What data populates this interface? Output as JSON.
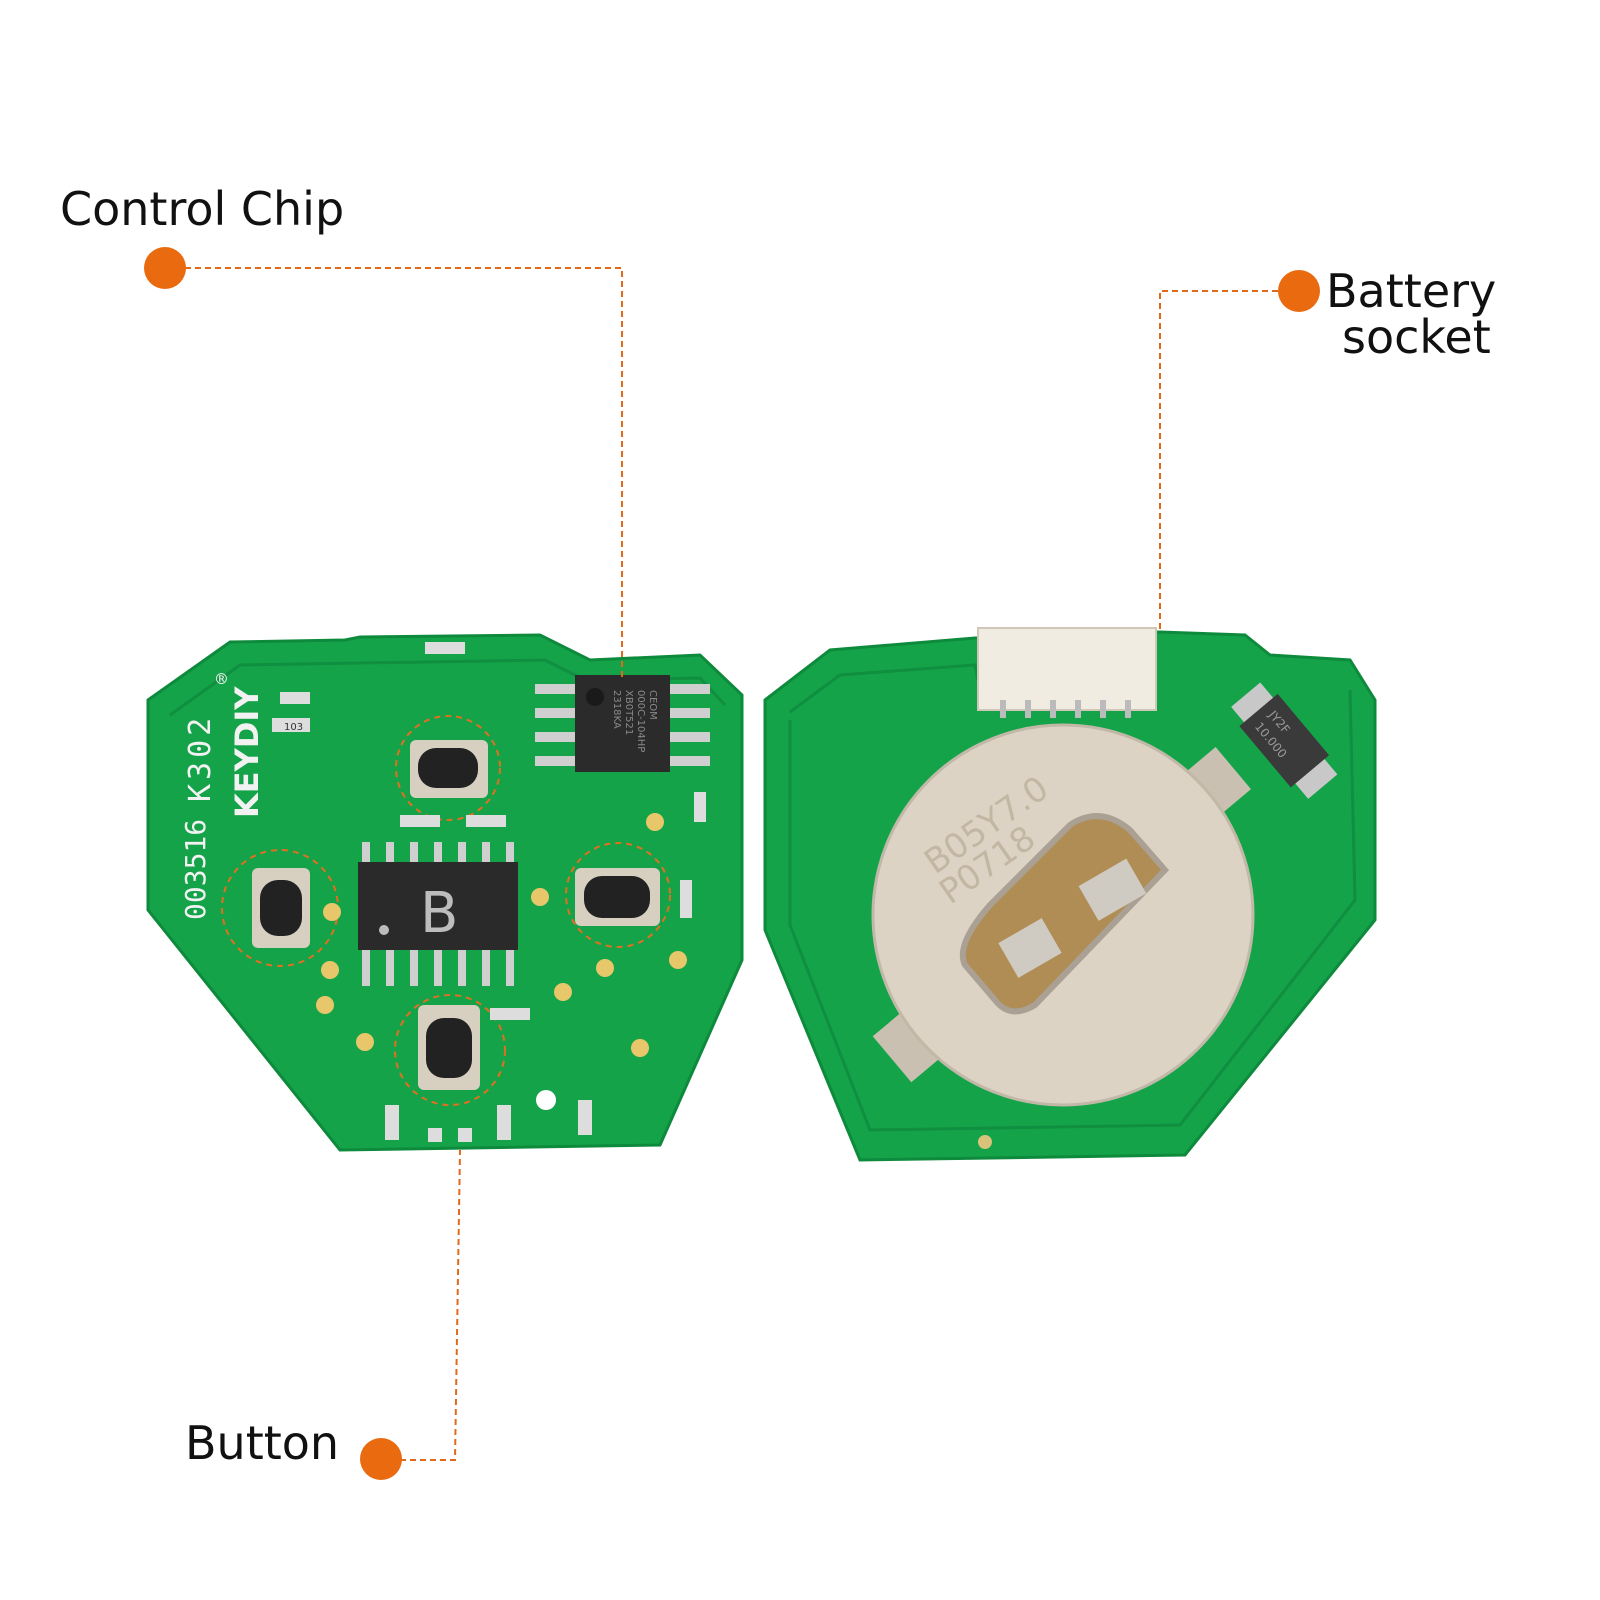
{
  "callouts": {
    "control_chip": "Control Chip",
    "battery_line1": "Battery",
    "battery_line2": "socket",
    "button": "Button"
  },
  "pcb_markings": {
    "serial": "003516",
    "model": "K302",
    "brand": "KEYDIY",
    "registered": "®",
    "ic_letter": "B",
    "resistor": "103",
    "chip_text": [
      "CEOM",
      "000C-104HP",
      "XB0T521",
      "2318KA"
    ],
    "socket_text": [
      "B05Y7.0",
      "P0718"
    ],
    "crystal_text": [
      "JY2F",
      "10.000"
    ]
  },
  "colors": {
    "accent": "#ea6a10",
    "pcb": "#13a34a",
    "metal": "#d8cfc2"
  }
}
